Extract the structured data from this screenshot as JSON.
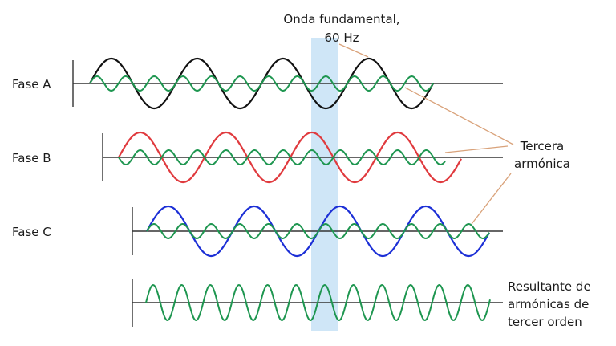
{
  "labels": {
    "fundamental_line1": "Onda fundamental,",
    "fundamental_line2": "60 Hz",
    "phase_a": "Fase A",
    "phase_b": "Fase B",
    "phase_c": "Fase C",
    "third_line1": "Tercera",
    "third_line2": "armónica",
    "result_line1": "Resultante de",
    "result_line2": "armónicas de",
    "result_line3": "tercer orden"
  },
  "colors": {
    "phase_a": "#111111",
    "phase_b": "#e03a3e",
    "phase_c": "#1c2fd6",
    "third_harmonic": "#1e9650",
    "highlight_band": "#cfe6f7",
    "callout": "#d9a27a",
    "axis": "#333333"
  }
}
